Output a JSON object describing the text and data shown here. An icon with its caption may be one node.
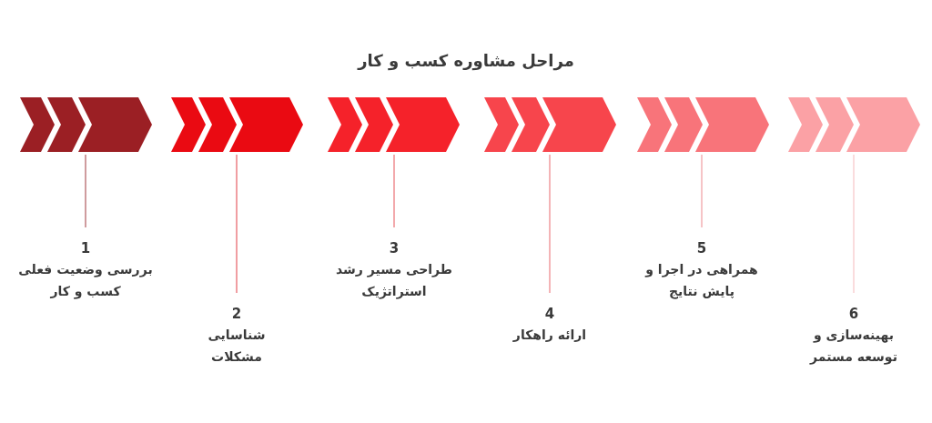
{
  "diagram": {
    "title": "مراحل مشاوره کسب و کار",
    "nodes": [
      {
        "text": [],
        "shape": "chevron"
      },
      {
        "text": [],
        "shape": "chevron"
      },
      {
        "text": [],
        "shape": "chevron"
      },
      {
        "text": [],
        "shape": "chevron"
      },
      {
        "text": [],
        "shape": "chevron"
      },
      {
        "text": [],
        "shape": "chevron"
      },
      {
        "text": [
          "1",
          "بررسی وضعیت فعلی کسب و کار"
        ]
      },
      {
        "text": [
          "2",
          "شناسایی مشکلات"
        ]
      },
      {
        "text": [
          "3",
          "طراحی مسیر رشد استراتژیک"
        ]
      },
      {
        "text": [
          "4",
          "ارائه راهکار"
        ]
      },
      {
        "text": [
          "5",
          "همراهی در اجرا و پایش نتایج"
        ]
      },
      {
        "text": [
          "6",
          "بهینه‌سازی و توسعه مستمر"
        ]
      }
    ],
    "edges": [
      {
        "from": 6,
        "to": 0,
        "arrow": "none",
        "color": "#b5676b"
      },
      {
        "from": 7,
        "to": 1,
        "arrow": "none",
        "color": "#e86a70"
      },
      {
        "from": 8,
        "to": 2,
        "arrow": "none",
        "color": "#ec7a7f"
      },
      {
        "from": 9,
        "to": 3,
        "arrow": "none",
        "color": "#ee8c90"
      },
      {
        "from": 10,
        "to": 4,
        "arrow": "none",
        "color": "#f2a5a8"
      },
      {
        "from": 11,
        "to": 5,
        "arrow": "none",
        "color": "#f7c9cb"
      }
    ]
  }
}
